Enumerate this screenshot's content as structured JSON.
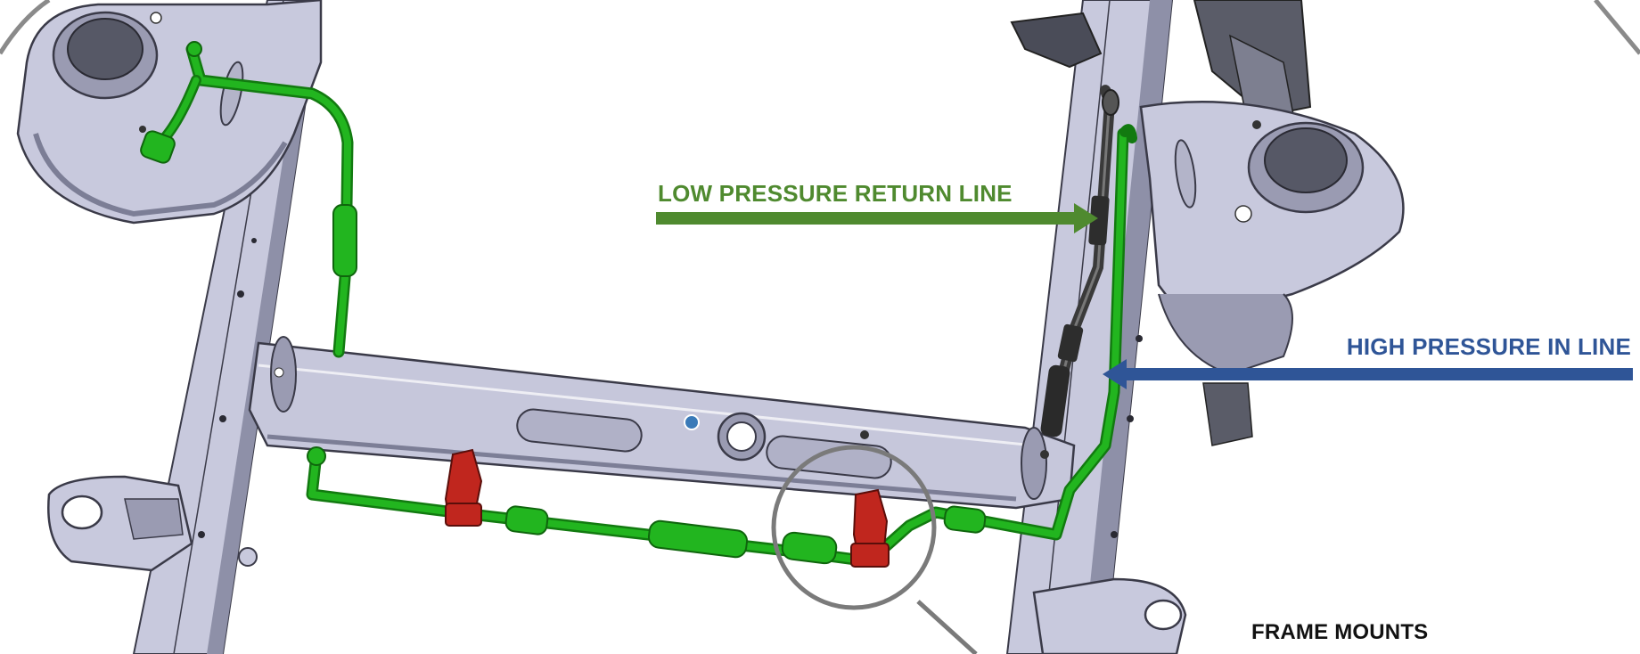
{
  "labels": {
    "low_pressure": "LOW PRESSURE RETURN LINE",
    "high_pressure": "HIGH PRESSURE IN LINE",
    "frame_mounts": "FRAME MOUNTS"
  },
  "colors": {
    "low_pressure_line": "#4f8a2f",
    "high_pressure_line": "#2f5597",
    "coolant_hose": "#22b51f",
    "hose_dark": "#127a10",
    "bracket_red": "#c0261e",
    "frame_steel": "#c8c9dd",
    "frame_shadow": "#7c7e96",
    "frame_outline": "#3a3a48",
    "rubber_hose": "#3a3a3a",
    "callout_circle": "#7a7a7a"
  },
  "icons": {
    "low_arrow": "arrow-right-icon",
    "high_arrow": "arrow-left-icon",
    "callout": "magnifier-callout-icon"
  }
}
